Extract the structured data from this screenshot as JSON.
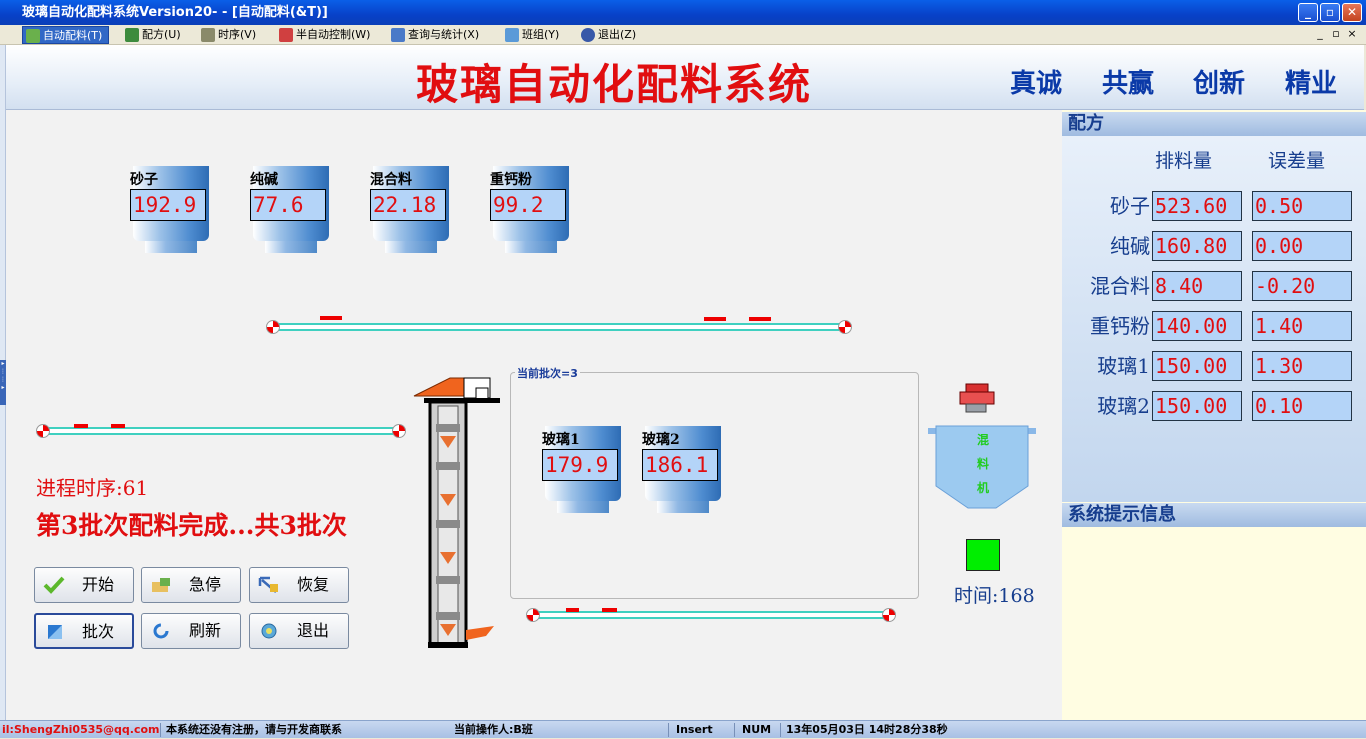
{
  "window": {
    "title": "玻璃自动化配料系统Version20-  - [自动配料(&T)]",
    "btn_min": "_",
    "btn_max": "▫",
    "btn_close": "✕"
  },
  "menu": {
    "items": [
      {
        "label": "自动配料(T)",
        "icon": "auto-batch-icon"
      },
      {
        "label": "配方(U)",
        "icon": "recipe-icon"
      },
      {
        "label": "时序(V)",
        "icon": "timing-icon"
      },
      {
        "label": "半自动控制(W)",
        "icon": "semi-auto-icon"
      },
      {
        "label": "查询与统计(X)",
        "icon": "query-icon"
      },
      {
        "label": "班组(Y)",
        "icon": "team-icon"
      },
      {
        "label": "退出(Z)",
        "icon": "exit-icon"
      }
    ],
    "mdi_min": "_",
    "mdi_restore": "▫",
    "mdi_close": "×"
  },
  "header": {
    "title": "玻璃自动化配料系统",
    "slogans": [
      "真诚",
      "共赢",
      "创新",
      "精业"
    ]
  },
  "silos_top": [
    {
      "label": "砂子",
      "value": "192.9"
    },
    {
      "label": "纯碱",
      "value": "77.6"
    },
    {
      "label": "混合料",
      "value": "22.18"
    },
    {
      "label": "重钙粉",
      "value": "99.2"
    }
  ],
  "batch_group": {
    "label": "当前批次=3"
  },
  "silos_glass": [
    {
      "label": "玻璃1",
      "value": "179.9"
    },
    {
      "label": "玻璃2",
      "value": "186.1"
    }
  ],
  "mixer": {
    "chars": [
      "混",
      "料",
      "机"
    ],
    "time_label": "时间:168",
    "indicator_color": "#00ee00"
  },
  "progress": {
    "timing": "进程时序:61",
    "message": "第3批次配料完成...共3批次"
  },
  "buttons": {
    "start": "开始",
    "estop": "急停",
    "resume": "恢复",
    "batch": "批次",
    "refresh": "刷新",
    "exit": "退出"
  },
  "recipe": {
    "title": "配方",
    "col_discharge": "排料量",
    "col_error": "误差量",
    "rows": [
      {
        "name": "砂子",
        "discharge": "523.60",
        "error": "0.50"
      },
      {
        "name": "纯碱",
        "discharge": "160.80",
        "error": "0.00"
      },
      {
        "name": "混合料",
        "discharge": "8.40",
        "error": "-0.20"
      },
      {
        "name": "重钙粉",
        "discharge": "140.00",
        "error": "1.40"
      },
      {
        "name": "玻璃1",
        "discharge": "150.00",
        "error": "1.30"
      },
      {
        "name": "玻璃2",
        "discharge": "150.00",
        "error": "0.10"
      }
    ]
  },
  "system_info": {
    "title": "系统提示信息"
  },
  "statusbar": {
    "email": "il:ShengZhi0535@qq.com",
    "register": "本系统还没有注册，请与开发商联系",
    "operator": "当前操作人:B班",
    "insert": "Insert",
    "num": "NUM",
    "datetime": "13年05月03日  14时28分38秒"
  }
}
